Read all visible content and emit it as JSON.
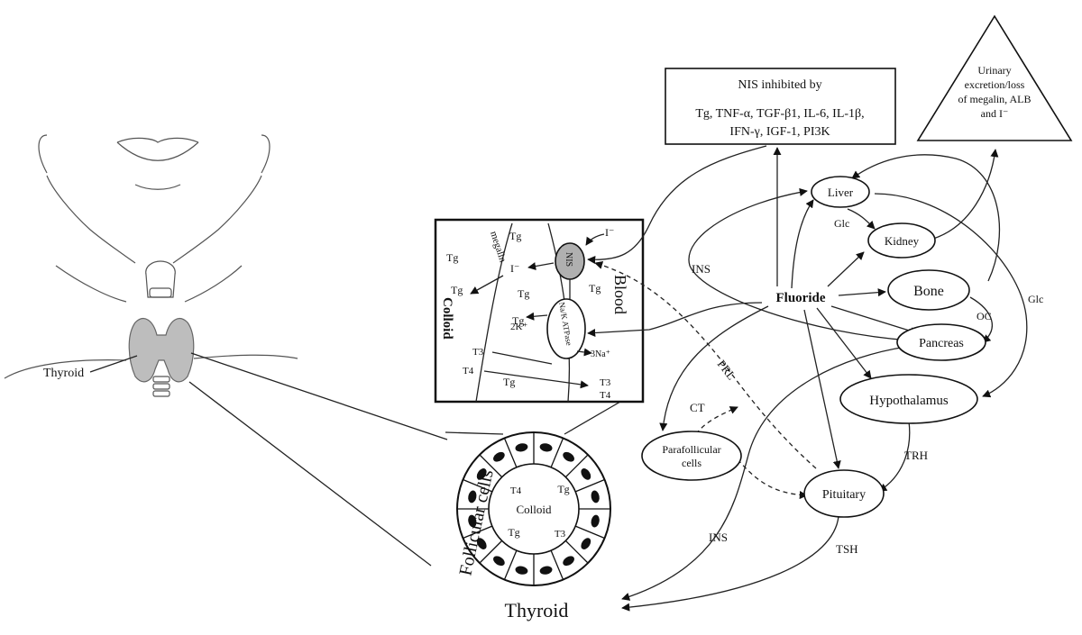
{
  "anatomy": {
    "thyroid_label": "Thyroid"
  },
  "nis_box": {
    "title": "NIS inhibited by",
    "line1": "Tg, TNF-α, TGF-β1, IL-6, IL-1β,",
    "line2": "IFN-γ, IGF-1, PI3K"
  },
  "urinary": {
    "line1": "Urinary",
    "line2": "excretion/loss",
    "line3": "of megalin, ALB",
    "line4": "and I⁻"
  },
  "cell_inset": {
    "megalin": "megalin",
    "colloid": "Colloid",
    "blood": "Blood",
    "nis": "NIS",
    "atpase": "Na/K ATPase",
    "tg": "Tg",
    "iodide": "I⁻",
    "k": "2K⁺",
    "na": "3Na⁺",
    "t3": "T3",
    "t4": "T4"
  },
  "follicle": {
    "side_label": "Follicular cells",
    "colloid": "Colloid",
    "t4": "T4",
    "tg": "Tg",
    "t3": "T3"
  },
  "nodes": {
    "fluoride": "Fluoride",
    "liver": "Liver",
    "kidney": "Kidney",
    "bone": "Bone",
    "pancreas": "Pancreas",
    "hypothalamus": "Hypothalamus",
    "pituitary": "Pituitary",
    "parafollicular_1": "Parafollicular",
    "parafollicular_2": "cells",
    "thyroid": "Thyroid"
  },
  "edges": {
    "glc_liver_kidney": "Glc",
    "glc_bone": "Glc",
    "ins_top": "INS",
    "ins_bottom": "INS",
    "oc": "OC",
    "prl": "PRL",
    "ct": "CT",
    "trh": "TRH",
    "tsh": "TSH"
  }
}
